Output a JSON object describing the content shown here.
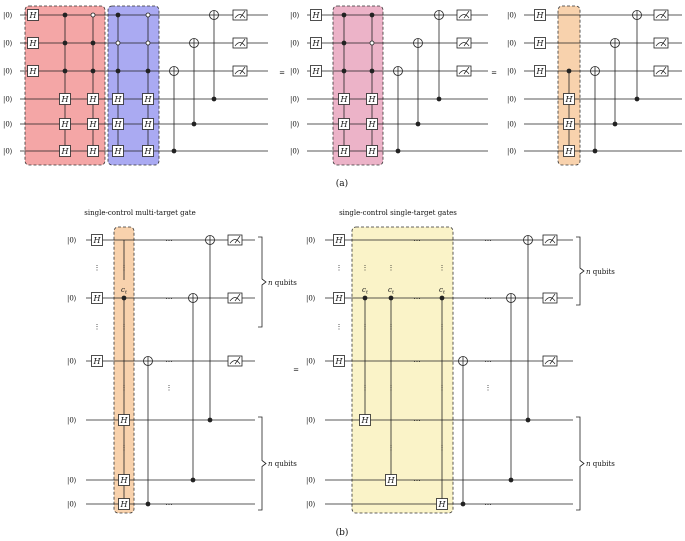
{
  "figure": {
    "caption_a": "(a)",
    "caption_b": "(b)",
    "equals": "=",
    "ket": "|0⟩",
    "gate_h": "H",
    "dots": "⋯",
    "vdots": "⋮",
    "control_label": "c",
    "control_sub": "t",
    "title_multi": "single-control multi-target gate",
    "title_single": "single-control single-target gates",
    "n_label": "n",
    "qubits_label": "qubits",
    "colors": {
      "red_box": "#f4a6a6",
      "blue_box": "#aaaaf2",
      "pink_box": "#ecb3c8",
      "orange_box": "#f8d2ad",
      "yellow_box": "#faf3c8",
      "wire": "#222222"
    }
  }
}
